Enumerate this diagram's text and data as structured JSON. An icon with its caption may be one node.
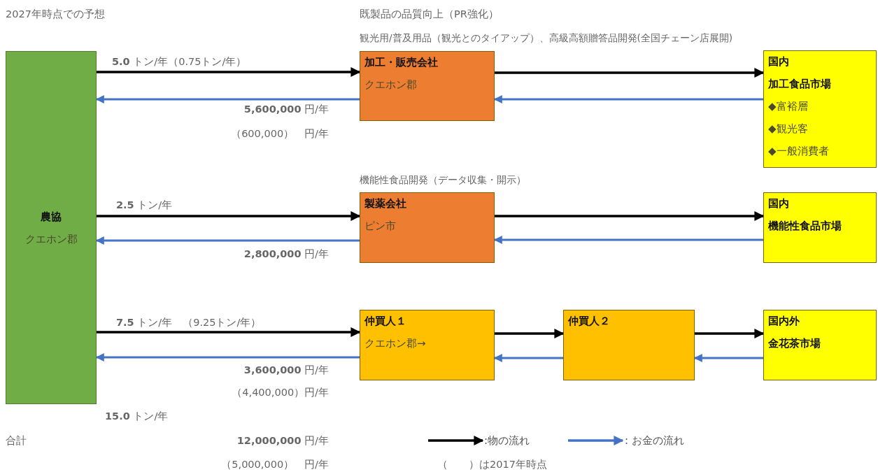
{
  "diagram": {
    "nodes": [
      {
        "text": [
          "農協",
          "クエホン郡"
        ]
      },
      {
        "text": [
          "加工・販売会社",
          "クエホン郡"
        ]
      },
      {
        "text": [
          "国内",
          "加工食品市場",
          "◆富裕層",
          "◆観光客",
          "◆一般消費者"
        ]
      },
      {
        "text": [
          "製薬会社",
          "ピン市"
        ]
      },
      {
        "text": [
          "国内",
          "機能性食品市場"
        ]
      },
      {
        "text": [
          "仲買人１",
          "クエホン郡→"
        ]
      },
      {
        "text": [
          "仲買人２"
        ]
      },
      {
        "text": [
          "国内外",
          "金花茶市場"
        ]
      }
    ],
    "edges": [
      {
        "from": 0,
        "to": 1,
        "arrow": "to",
        "label": "**5.0**  トン/年（0.75トン/年）"
      },
      {
        "from": 1,
        "to": 0,
        "arrow": "to",
        "color": "#4472c4",
        "label": "**5,600,000**  円/年"
      },
      {
        "from": 1,
        "to": 2,
        "arrow": "to"
      },
      {
        "from": 2,
        "to": 1,
        "arrow": "to",
        "color": "#4472c4"
      },
      {
        "from": 0,
        "to": 3,
        "arrow": "to",
        "label": "**2.5**  トン/年"
      },
      {
        "from": 3,
        "to": 0,
        "arrow": "to",
        "color": "#4472c4",
        "label": "**2,800,000**  円/年"
      },
      {
        "from": 3,
        "to": 4,
        "arrow": "to"
      },
      {
        "from": 4,
        "to": 3,
        "arrow": "to",
        "color": "#4472c4"
      },
      {
        "from": 0,
        "to": 5,
        "arrow": "to",
        "label": "**7.5**  トン/年　（9.25トン/年）"
      },
      {
        "from": 5,
        "to": 0,
        "arrow": "to",
        "color": "#4472c4",
        "label": "**3,600,000**  円/年"
      },
      {
        "from": 5,
        "to": 6,
        "arrow": "to"
      },
      {
        "from": 6,
        "to": 5,
        "arrow": "to",
        "color": "#4472c4"
      },
      {
        "from": 6,
        "to": 7,
        "arrow": "to"
      },
      {
        "from": 7,
        "to": 6,
        "arrow": "to",
        "color": "#4472c4"
      }
    ],
    "labels": [
      "2027年時点での予想",
      "既製品の品質向上（PR強化）",
      "観光用/普及用品（観光とのタイアップ）、高級高額贈答品開発(全国チェーン店展開)",
      "（600,000）　円/年",
      "機能性食品開発（データ収集・開示）",
      "（4,400,000）円/年",
      "**15.0**  トン/年",
      "合計",
      "**12,000,000**  円/年",
      "（5,000,000）　円/年",
      "（　　）は2017年時点"
    ],
    "legend": [
      {
        "text": ":物の流れ"
      },
      {
        "text": ": お金の流れ"
      }
    ]
  }
}
